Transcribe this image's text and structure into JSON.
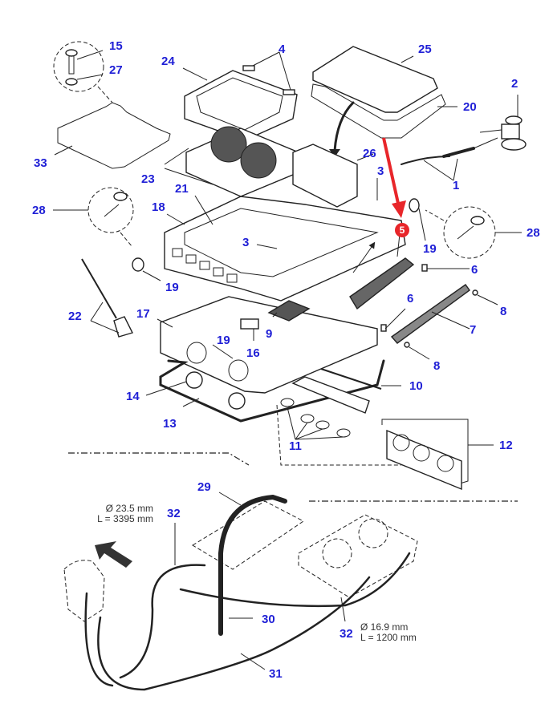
{
  "diagram": {
    "title": "Roof HVAC unit exploded parts diagram",
    "accent_color": "#e8262a",
    "label_color": "#1f1fd6",
    "highlighted_part": "5",
    "labels": [
      {
        "id": "15",
        "text": "15"
      },
      {
        "id": "27",
        "text": "27"
      },
      {
        "id": "24",
        "text": "24"
      },
      {
        "id": "4",
        "text": "4"
      },
      {
        "id": "25",
        "text": "25"
      },
      {
        "id": "20",
        "text": "20"
      },
      {
        "id": "2",
        "text": "2"
      },
      {
        "id": "33",
        "text": "33"
      },
      {
        "id": "23",
        "text": "23"
      },
      {
        "id": "26",
        "text": "26"
      },
      {
        "id": "3a",
        "text": "3"
      },
      {
        "id": "1",
        "text": "1"
      },
      {
        "id": "28a",
        "text": "28"
      },
      {
        "id": "21",
        "text": "21"
      },
      {
        "id": "18",
        "text": "18"
      },
      {
        "id": "28b",
        "text": "28"
      },
      {
        "id": "3b",
        "text": "3"
      },
      {
        "id": "19a",
        "text": "19"
      },
      {
        "id": "6a",
        "text": "6"
      },
      {
        "id": "19b",
        "text": "19"
      },
      {
        "id": "22",
        "text": "22"
      },
      {
        "id": "17",
        "text": "17"
      },
      {
        "id": "8a",
        "text": "8"
      },
      {
        "id": "6b",
        "text": "6"
      },
      {
        "id": "7",
        "text": "7"
      },
      {
        "id": "19c",
        "text": "19"
      },
      {
        "id": "9",
        "text": "9"
      },
      {
        "id": "16",
        "text": "16"
      },
      {
        "id": "8b",
        "text": "8"
      },
      {
        "id": "14",
        "text": "14"
      },
      {
        "id": "10",
        "text": "10"
      },
      {
        "id": "13",
        "text": "13"
      },
      {
        "id": "11",
        "text": "11"
      },
      {
        "id": "12",
        "text": "12"
      },
      {
        "id": "29",
        "text": "29"
      },
      {
        "id": "32a",
        "text": "32"
      },
      {
        "id": "30",
        "text": "30"
      },
      {
        "id": "32b",
        "text": "32"
      },
      {
        "id": "31",
        "text": "31"
      }
    ],
    "badge": {
      "text": "5"
    },
    "hose_specs": [
      {
        "diameter": "Ø 23.5 mm",
        "length": "L = 3395 mm"
      },
      {
        "diameter": "Ø 16.9 mm",
        "length": "L = 1200 mm"
      }
    ]
  }
}
